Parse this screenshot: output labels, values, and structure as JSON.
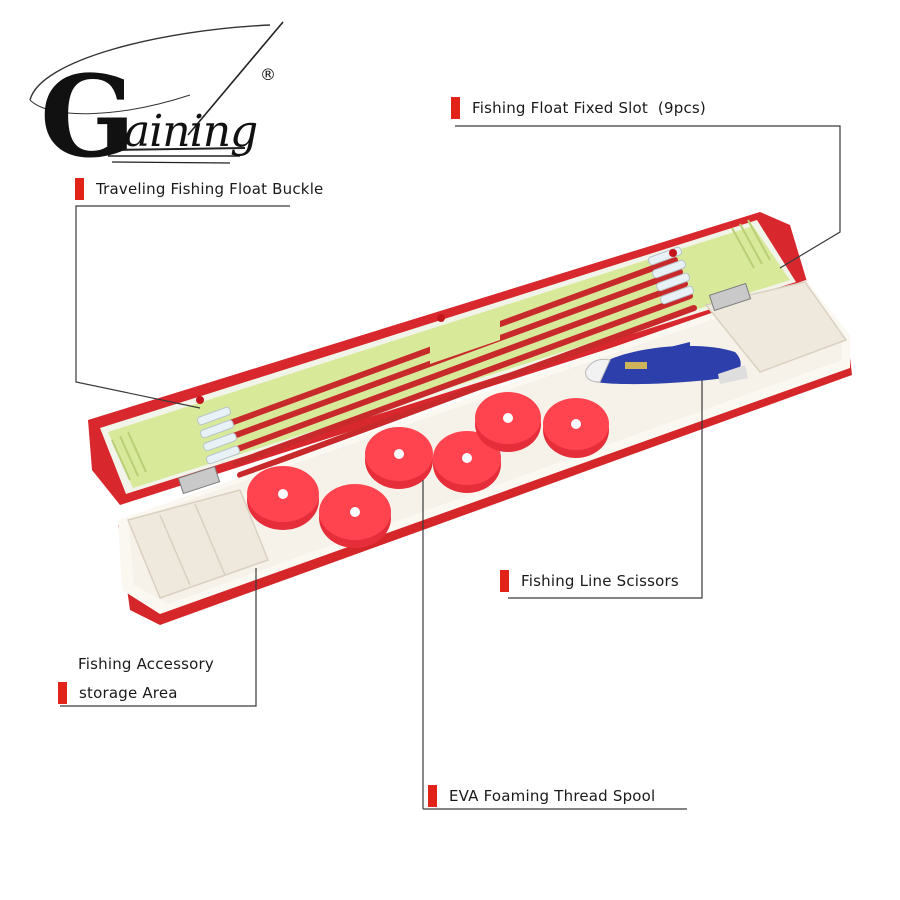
{
  "brand": {
    "initial": "G",
    "rest": "aining",
    "registered": "®"
  },
  "callouts": {
    "float_slot": "Fishing Float Fixed Slot  (9pcs)",
    "float_buckle": "Traveling Fishing Float Buckle",
    "scissors": "Fishing Line Scissors",
    "storage_line1": "Fishing Accessory",
    "storage_line2": "storage Area",
    "spool": "EVA Foaming Thread Spool"
  },
  "colors": {
    "marker": "#e2231a",
    "case_red": "#d8282d",
    "tray_green": "#d8e99a",
    "spool_red": "#ff3f4a",
    "scissors_blue": "#2c3faa"
  }
}
